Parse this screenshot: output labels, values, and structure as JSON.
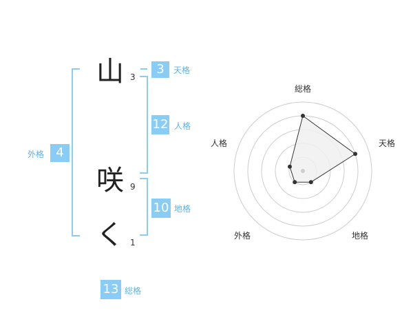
{
  "name": {
    "chars": [
      {
        "char": "山",
        "strokes": "3"
      },
      {
        "char": "咲",
        "strokes": "9"
      },
      {
        "char": "く",
        "strokes": "1"
      }
    ]
  },
  "kaku": {
    "ten": {
      "label": "天格",
      "value": "3"
    },
    "jin": {
      "label": "人格",
      "value": "12"
    },
    "chi": {
      "label": "地格",
      "value": "10"
    },
    "gai": {
      "label": "外格",
      "value": "4"
    },
    "sou": {
      "label": "総格",
      "value": "13"
    }
  },
  "chart_data": {
    "type": "radar",
    "axes": [
      "総格",
      "天格",
      "地格",
      "外格",
      "人格"
    ],
    "values": [
      4,
      4,
      1,
      1,
      1
    ],
    "max": 5,
    "rings": 5,
    "colors": {
      "fill": "#f0f0f0",
      "line": "#333333",
      "grid": "#cccccc",
      "point": "#333333",
      "center": "#cccccc"
    }
  },
  "colors": {
    "accent": "#89cdf6",
    "accent_text": "#5ab4e4"
  }
}
